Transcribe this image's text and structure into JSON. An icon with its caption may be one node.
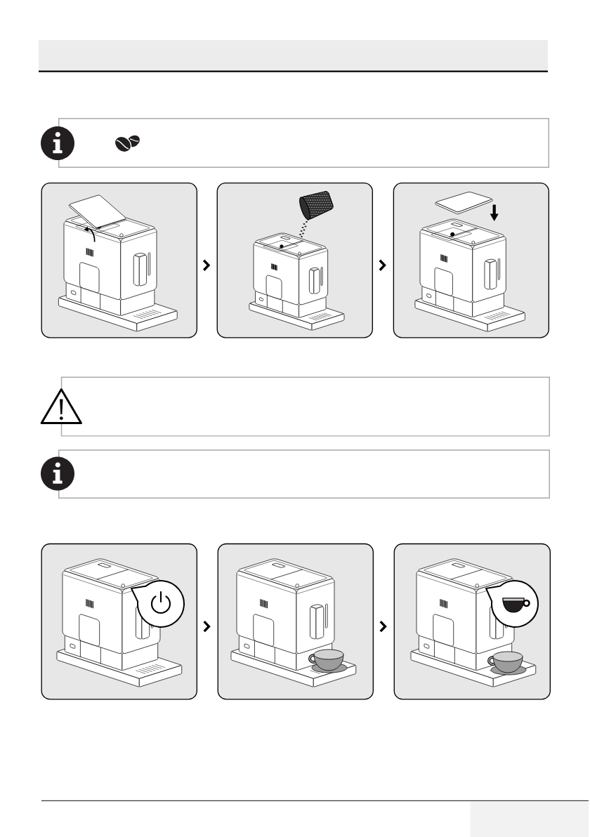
{
  "diagram": {
    "nodes": [
      {
        "text": [],
        "shape": "box"
      },
      {
        "text": [],
        "shape": "picture"
      },
      {
        "text": [],
        "shape": "picture"
      },
      {
        "text": [],
        "shape": "picture"
      },
      {
        "text": [],
        "shape": "box"
      },
      {
        "text": [],
        "shape": "box"
      },
      {
        "text": [],
        "shape": "picture"
      },
      {
        "text": [],
        "shape": "picture"
      },
      {
        "text": [],
        "shape": "picture"
      }
    ],
    "edges": [
      {
        "from": 1,
        "to": 2,
        "arrow": "to"
      },
      {
        "from": 2,
        "to": 3,
        "arrow": "to"
      },
      {
        "from": 6,
        "to": 7,
        "arrow": "to"
      },
      {
        "from": 7,
        "to": 8,
        "arrow": "to"
      }
    ]
  }
}
